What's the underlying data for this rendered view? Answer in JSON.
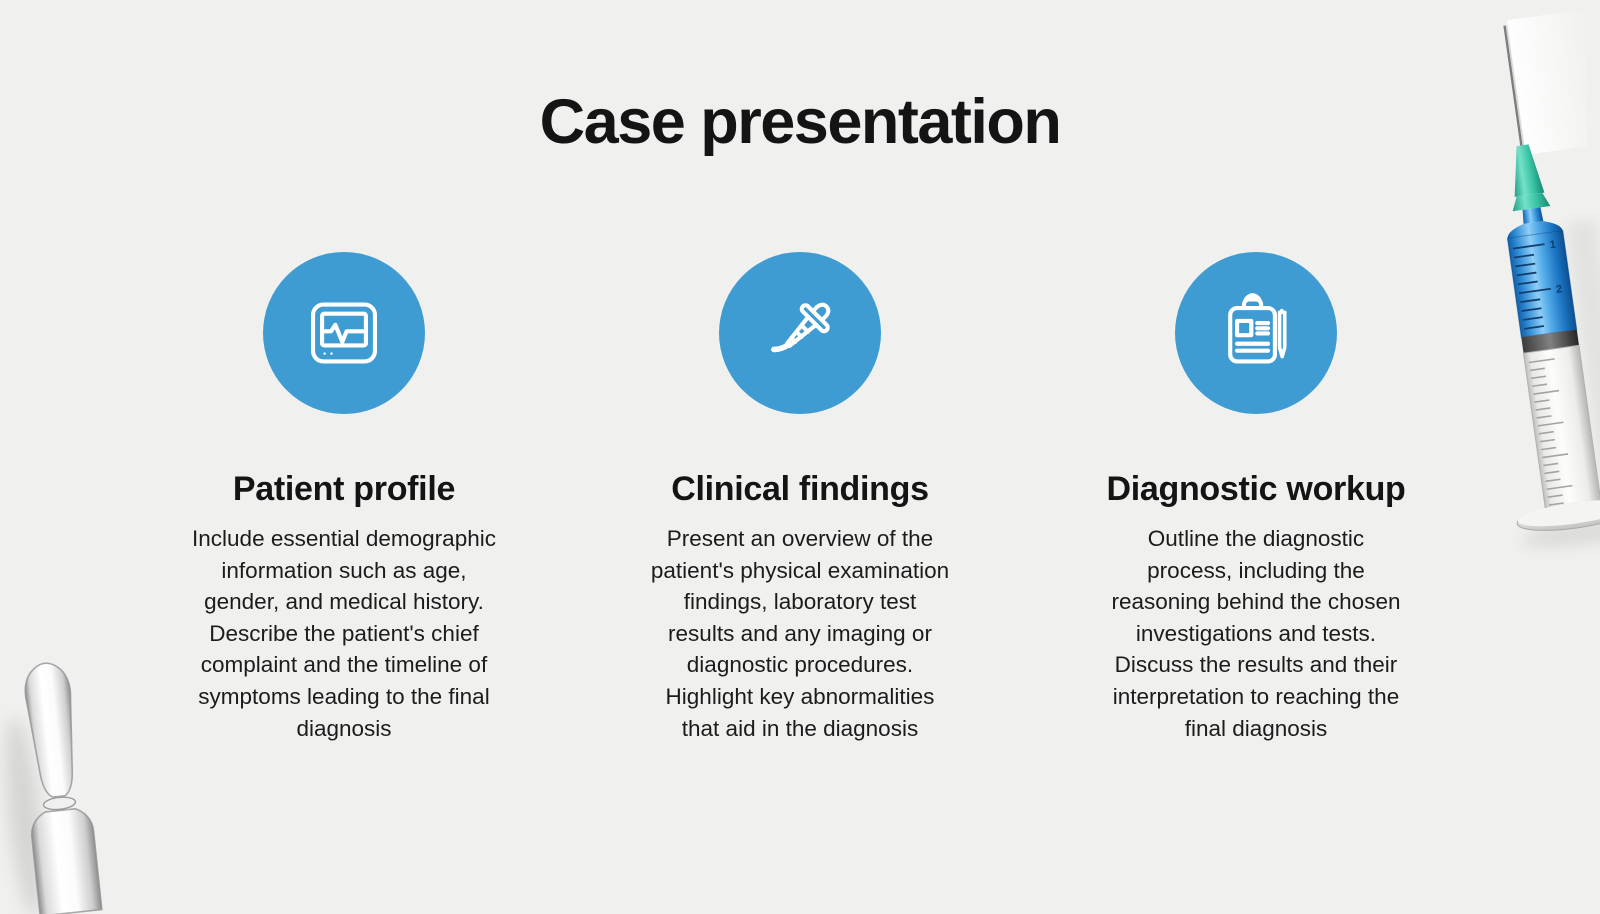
{
  "slide": {
    "title": "Case presentation",
    "columns": [
      {
        "icon": "heart-monitor",
        "heading": "Patient profile",
        "body": "Include essential demographic\ninformation such as age,\ngender, and medical history.\nDescribe the patient's chief\ncomplaint and the timeline of\nsymptoms leading to the final\ndiagnosis"
      },
      {
        "icon": "dropper",
        "heading": "Clinical findings",
        "body": "Present an overview of the\npatient's physical examination\nfindings, laboratory test\nresults and any imaging or\ndiagnostic procedures.\nHighlight key abnormalities\nthat aid in the diagnosis"
      },
      {
        "icon": "clipboard-and-pencil",
        "heading": "Diagnostic workup",
        "body": "Outline the diagnostic\nprocess, including the\nreasoning behind the chosen\ninvestigations and tests.\nDiscuss the results and their\ninterpretation to reaching the\nfinal diagnosis"
      }
    ],
    "decorations": {
      "top_right": "syringe",
      "bottom_left": "glass-ampoule"
    },
    "syringe_scale_numbers": [
      "1",
      "2"
    ],
    "colors": {
      "background": "#f0f0ee",
      "icon_circle_blue": "#3f9cd2",
      "heading_text": "#141414",
      "body_text": "#1c1c1c",
      "syringe_liquid_blue": "#2f8ad3",
      "syringe_hub_teal": "#3cc4a6"
    }
  }
}
